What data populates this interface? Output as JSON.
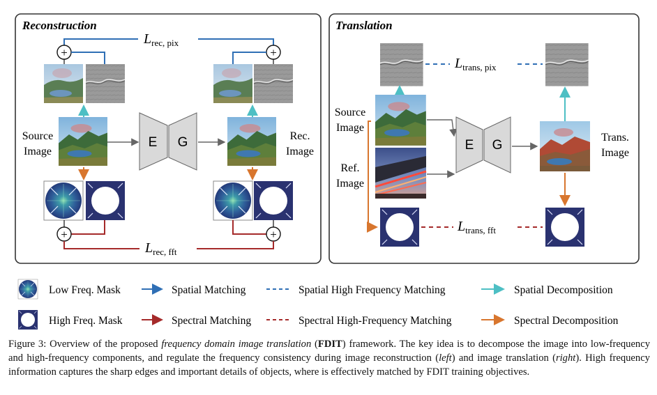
{
  "panels": {
    "reconstruction": {
      "title": "Reconstruction",
      "source_label_1": "Source",
      "source_label_2": "Image",
      "rec_label_1": "Rec.",
      "rec_label_2": "Image",
      "loss_pix_letter": "L",
      "loss_pix_sub": "rec, pix",
      "loss_fft_letter": "L",
      "loss_fft_sub": "rec, fft"
    },
    "translation": {
      "title": "Translation",
      "source_label_1": "Source",
      "source_label_2": "Image",
      "ref_label_1": "Ref.",
      "ref_label_2": "Image",
      "trans_label_1": "Trans.",
      "trans_label_2": "Image",
      "loss_pix_letter": "L",
      "loss_pix_sub": "trans, pix",
      "loss_fft_letter": "L",
      "loss_fft_sub": "trans, fft"
    },
    "encoder_label": "E",
    "generator_label": "G",
    "plus_symbol": "+"
  },
  "legend": {
    "low_mask": "Low Freq. Mask",
    "high_mask": "High Freq. Mask",
    "spatial_matching": "Spatial Matching",
    "spectral_matching": "Spectral Matching",
    "spatial_hf_matching": "Spatial High Frequency Matching",
    "spectral_hf_matching": "Spectral High-Frequency Matching",
    "spatial_decomposition": "Spatial Decomposition",
    "spectral_decomposition": "Spectral Decomposition"
  },
  "colors": {
    "spatial_blue": "#2f6fb5",
    "spectral_red": "#a52a2a",
    "cyan": "#4dbfc4",
    "orange": "#d8762e",
    "mask_navy": "#2a3270"
  },
  "caption": {
    "p1": "Figure 3:  Overview of the proposed ",
    "p2": "frequency domain image translation",
    "p3": " (",
    "p4": "FDIT",
    "p5": ") framework.  The key idea is to decompose the image into low-frequency and high-frequency components, and regulate the frequency consistency during image reconstruction (",
    "p6": "left",
    "p7": ") and image translation (",
    "p8": "right",
    "p9": "). High frequency information captures the sharp edges and important details of objects, where is effectively matched by FDIT training objectives."
  }
}
